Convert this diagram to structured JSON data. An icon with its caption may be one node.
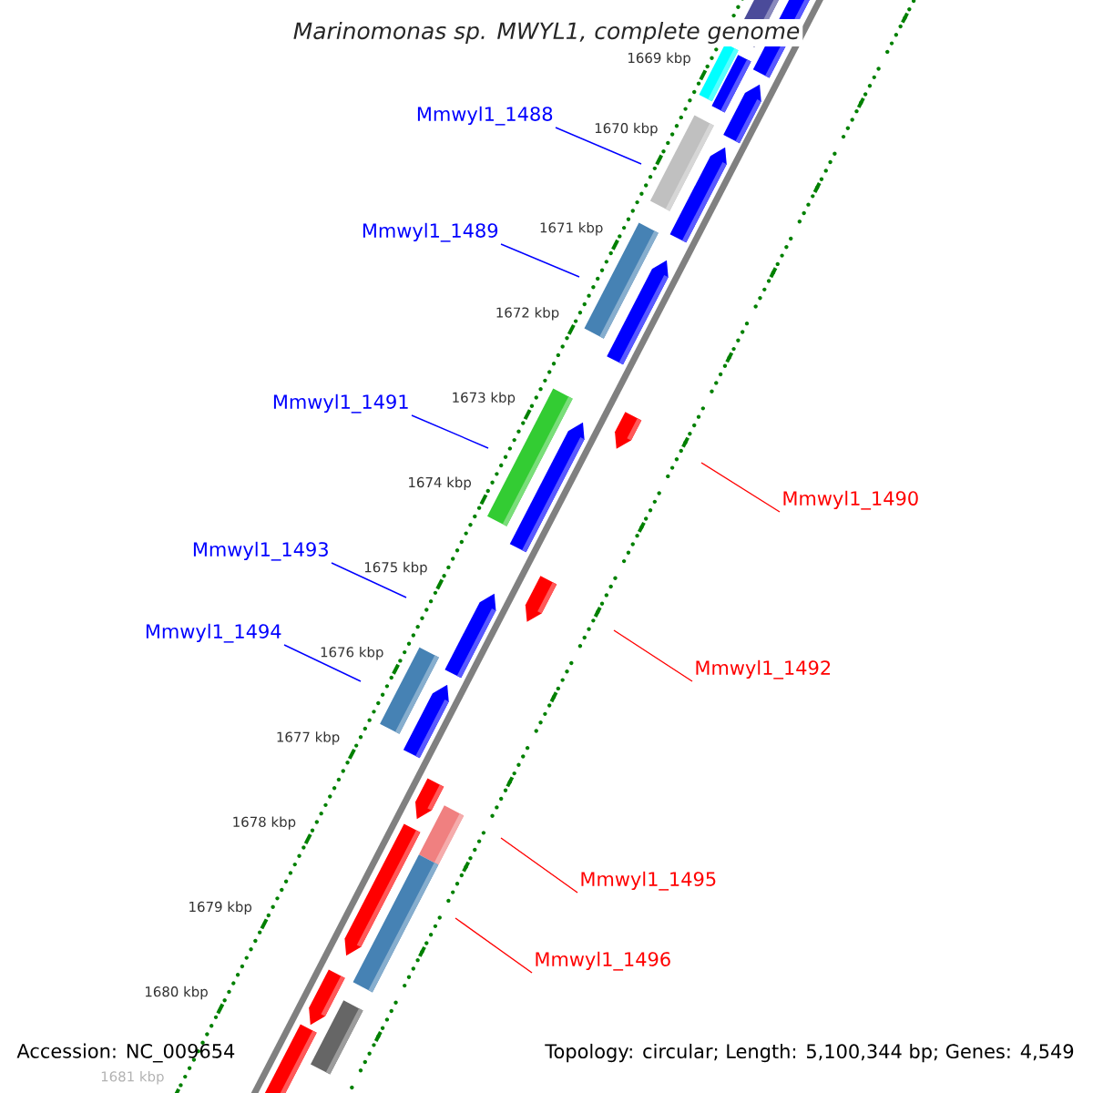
{
  "diagram": {
    "title": "*Marinomonas sp. MWYL1, complete genome*",
    "nodes": [
      {
        "text": [
          "Mmwyl1_1488"
        ]
      },
      {
        "text": [
          "Mmwyl1_1489"
        ]
      },
      {
        "text": [
          "Mmwyl1_1491"
        ]
      },
      {
        "text": [
          "Mmwyl1_1490"
        ]
      },
      {
        "text": [
          "Mmwyl1_1493"
        ]
      },
      {
        "text": [
          "Mmwyl1_1494"
        ]
      },
      {
        "text": [
          "Mmwyl1_1492"
        ]
      },
      {
        "text": [
          "Mmwyl1_1495"
        ]
      },
      {
        "text": [
          "Mmwyl1_1496"
        ]
      }
    ],
    "edges": [
      {
        "from": 0,
        "to": null,
        "arrow": "none"
      },
      {
        "from": 1,
        "to": null,
        "arrow": "none"
      },
      {
        "from": 2,
        "to": null,
        "arrow": "none"
      },
      {
        "from": 3,
        "to": null,
        "arrow": "none",
        "color": "#ff0000"
      },
      {
        "from": 4,
        "to": null,
        "arrow": "none"
      },
      {
        "from": 5,
        "to": null,
        "arrow": "none"
      },
      {
        "from": 6,
        "to": null,
        "arrow": "none",
        "color": "#ff0000"
      },
      {
        "from": 7,
        "to": null,
        "arrow": "none",
        "color": "#ff0000"
      },
      {
        "from": 8,
        "to": null,
        "arrow": "none",
        "color": "#ff0000"
      }
    ],
    "labels": [
      "1669 kbp",
      "1670 kbp",
      "1671 kbp",
      "1672 kbp",
      "1673 kbp",
      "1674 kbp",
      "1675 kbp",
      "1676 kbp",
      "1677 kbp",
      "1678 kbp",
      "1679 kbp",
      "1680 kbp",
      "1681 kbp",
      "Accession: NC_009654",
      "Topology: circular; Length: 5,100,344 bp; Genes: 4,549"
    ]
  }
}
